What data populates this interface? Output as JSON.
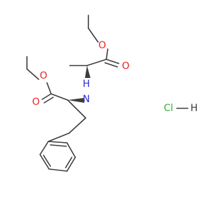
{
  "colors": {
    "bond": "#3c3c3c",
    "carbon": "#3c3c3c",
    "oxygen": "#e8231f",
    "nitrogen": "#2d2dd2",
    "chlorine": "#36b336",
    "hydrogen": "#3c3c3c",
    "background": "#ffffff"
  },
  "labels": {
    "o_ester_right": "O",
    "o_carbonyl_right": "O",
    "o_ester_left": "O",
    "o_carbonyl_left": "O",
    "nh": "N",
    "nh_h": "H",
    "cl": "Cl",
    "hcl_h": "H"
  }
}
